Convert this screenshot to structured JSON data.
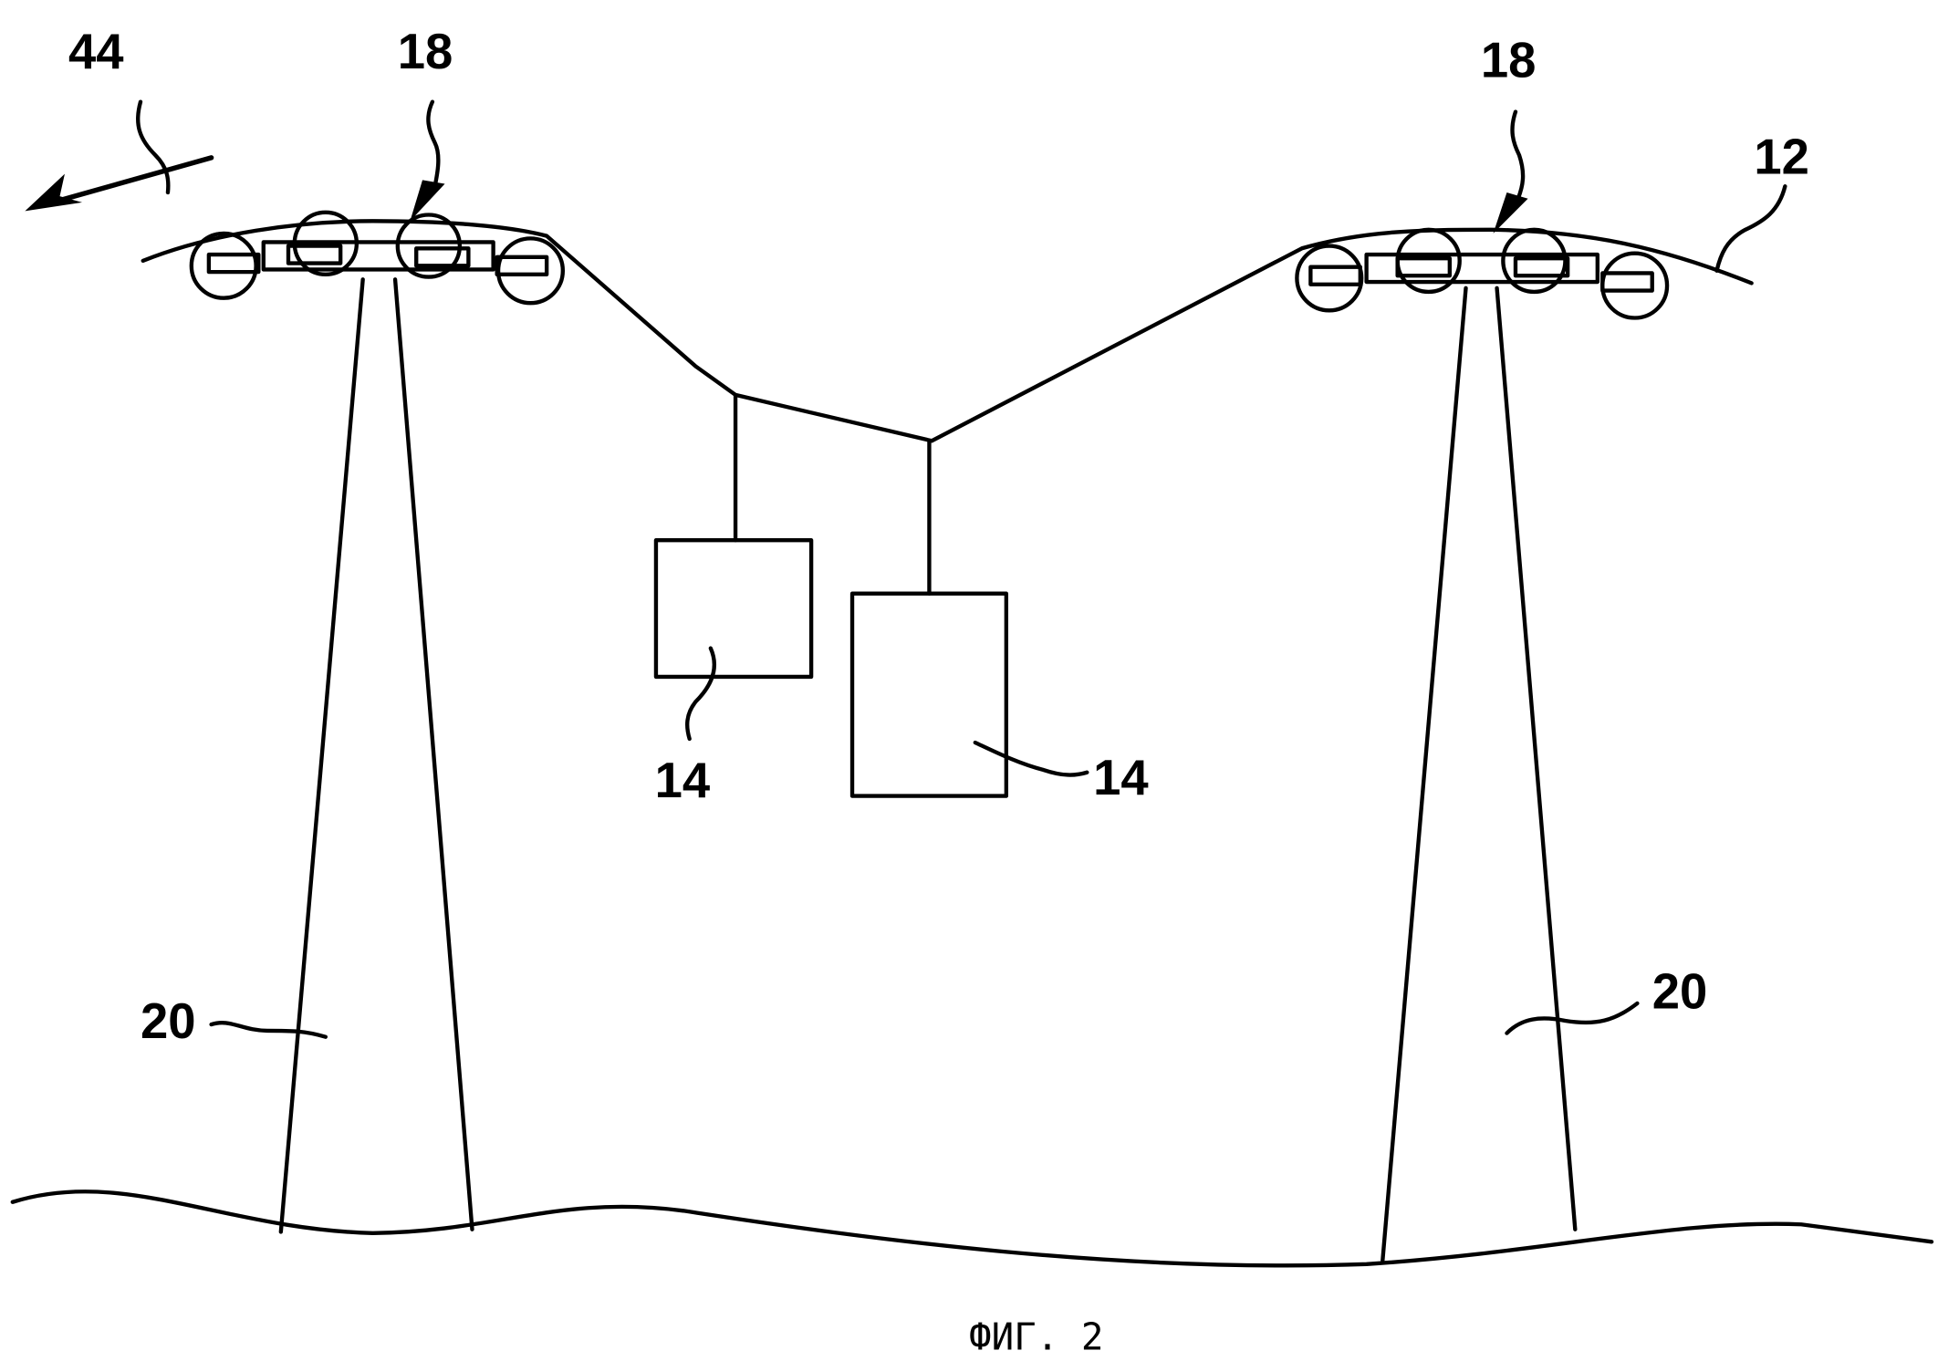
{
  "figure": {
    "caption": "ФИГ. 2",
    "labels": {
      "direction": "44",
      "carriage_left": "18",
      "carriage_right": "18",
      "cable": "12",
      "load_left": "14",
      "load_right": "14",
      "tower_left": "20",
      "tower_right": "20"
    }
  }
}
